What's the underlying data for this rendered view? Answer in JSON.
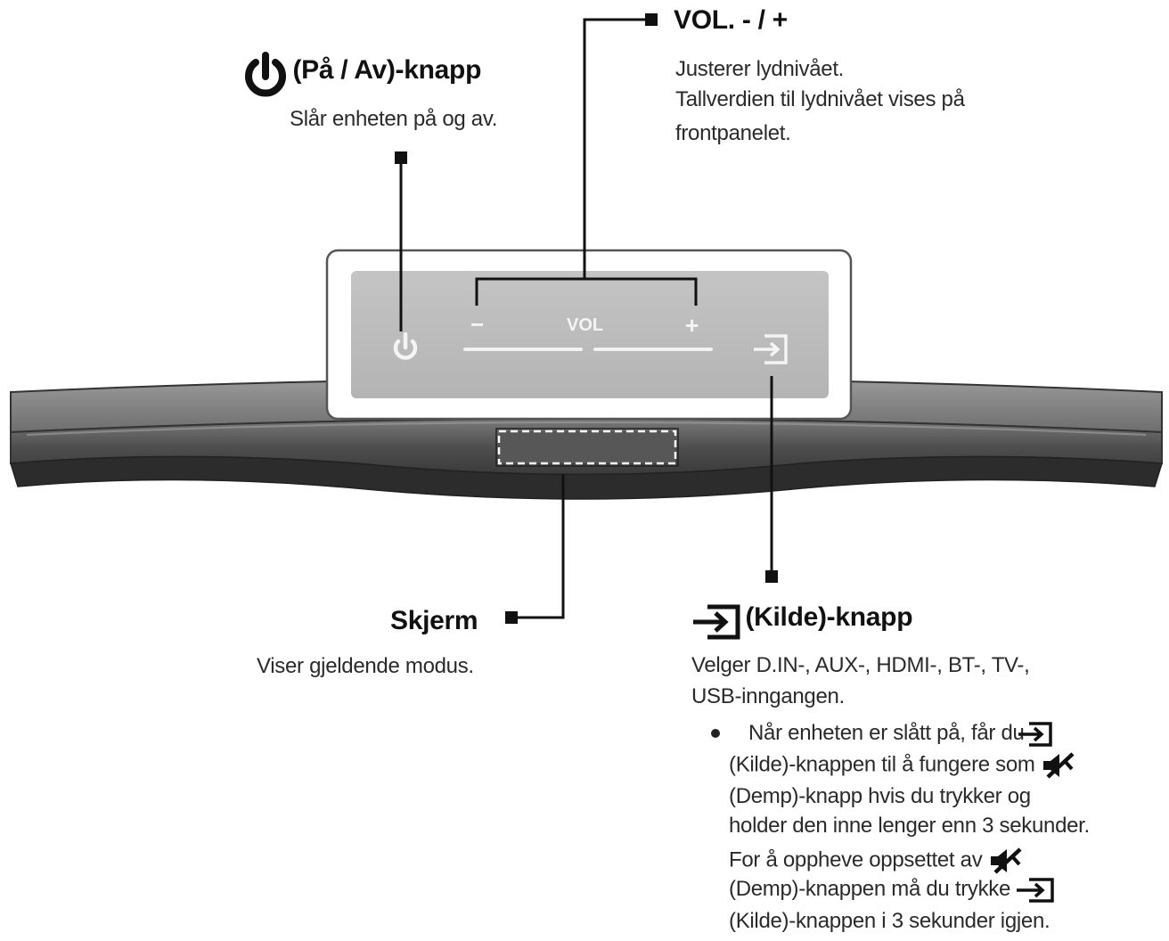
{
  "panel": {
    "vol_label": "VOL",
    "minus_label": "−",
    "plus_label": "+"
  },
  "callouts": {
    "power": {
      "icon": "power-icon",
      "title": "(På / Av)-knapp",
      "desc": "Slår enheten på og av."
    },
    "volume": {
      "title": "VOL. - / +",
      "desc_lines": [
        "Justerer lydnivået.",
        "Tallverdien til lydnivået vises på",
        "frontpanelet."
      ]
    },
    "display": {
      "title": "Skjerm",
      "desc": "Viser gjeldende modus."
    },
    "source": {
      "icon": "source-input-icon",
      "title": "(Kilde)-knapp",
      "desc_lines": [
        "Velger D.IN-, AUX-, HDMI-, BT-, TV-,",
        "USB-inngangen."
      ],
      "bullet": {
        "l1": "Når enheten er slått på, får du",
        "l2": "(Kilde)-knappen til å fungere som",
        "l3": "(Demp)-knapp hvis du trykker og",
        "l4": "holder den inne lenger enn 3 sekunder.",
        "l5": "For å oppheve oppsettet av",
        "l6": "(Demp)-knappen må du trykke",
        "l7": "(Kilde)-knappen i 3 sekunder igjen."
      }
    }
  },
  "colors": {
    "soundbar_top": "#8c8c8c",
    "soundbar_front": "#5e5e5e",
    "panel_inner": "#bfbfbf",
    "leader_line": "#111111"
  }
}
